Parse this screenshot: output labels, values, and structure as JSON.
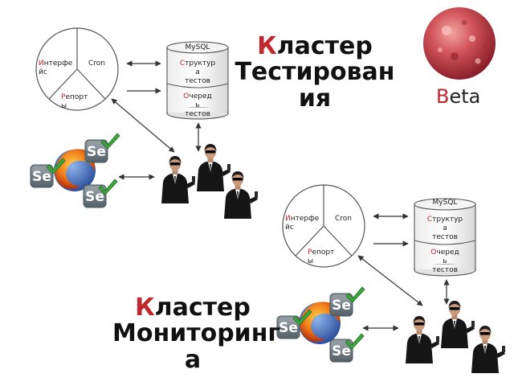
{
  "testing_cluster": {
    "title_first_letter": "К",
    "title_rest_line1": "ластер",
    "title_line2": "Тестирован",
    "title_line3": "ия",
    "pie": {
      "interface_first": "И",
      "interface_rest": "нтерфе",
      "interface_line2": "йс",
      "cron": "Cron",
      "reports_first": "Р",
      "reports_rest": "епорт",
      "reports_line2": "ы"
    },
    "db": {
      "label": "MySQL",
      "struct_first": "С",
      "struct_rest": "труктур",
      "struct_line2": "а",
      "struct_line3": "тестов",
      "queue_first": "О",
      "queue_rest": "черед",
      "queue_line2": "ь",
      "queue_line3": "тестов"
    }
  },
  "monitoring_cluster": {
    "title_first_letter": "К",
    "title_rest_line1": "ластер",
    "title_line2": "Мониторинг",
    "title_line3": "а",
    "pie": {
      "interface_first": "И",
      "interface_rest": "нтерфе",
      "interface_line2": "йс",
      "cron": "Cron",
      "reports_first": "Р",
      "reports_rest": "епорт",
      "reports_line2": "ы"
    },
    "db": {
      "label": "MySQL",
      "struct_first": "С",
      "struct_rest": "труктур",
      "struct_line2": "а",
      "struct_line3": "тестов",
      "queue_first": "О",
      "queue_rest": "черед",
      "queue_line2": "ь",
      "queue_line3": "тестов"
    }
  },
  "beta": {
    "first": "B",
    "rest": "eta"
  },
  "selenium_badge_text": "Se",
  "colors": {
    "accent_red": "#c0282d",
    "selenium_gray": "#6f7b80",
    "check_green": "#3da83d",
    "planet": "#c9454a"
  }
}
